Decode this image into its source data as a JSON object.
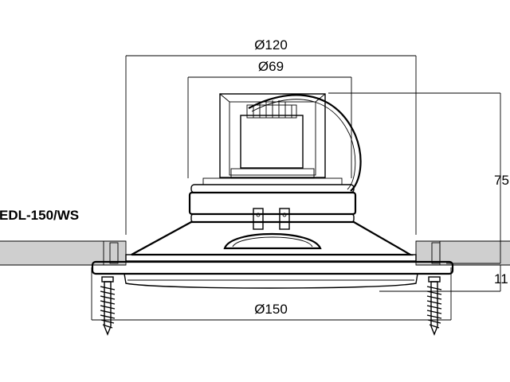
{
  "drawing": {
    "model": "EDL-150/WS",
    "dim_outer": "Ø120",
    "dim_inner": "Ø69",
    "dim_bottom": "Ø150",
    "dim_height": "75",
    "dim_flange": "11"
  },
  "colors": {
    "line": "#000000",
    "ceiling": "#cfcfcf",
    "ceiling_dark": "#9a9a9a",
    "background": "#ffffff"
  }
}
